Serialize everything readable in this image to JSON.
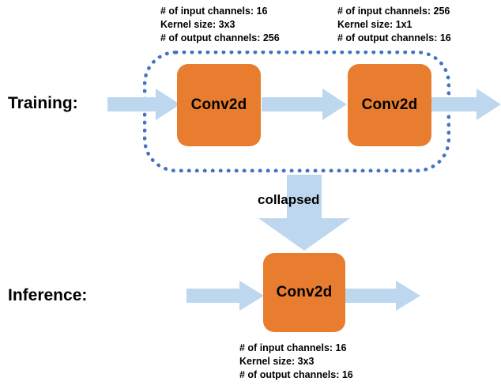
{
  "diagram": {
    "title_rows": {
      "training_label": "Training:",
      "inference_label": "Inference:"
    },
    "transition_label": "collapsed",
    "block_label": "Conv2d",
    "colors": {
      "block_fill": "#E87D2F",
      "arrow_fill": "#BDD7EE",
      "group_border": "#4472C4",
      "text": "#000000",
      "background": "#FFFFFF"
    },
    "annotations": {
      "training_first_conv": {
        "input_channels": "# of input channels: 16",
        "kernel_size": "Kernel size: 3x3",
        "output_channels": "# of output channels: 256"
      },
      "training_second_conv": {
        "input_channels": "# of input channels: 256",
        "kernel_size": "Kernel size: 1x1",
        "output_channels": "# of output channels: 16"
      },
      "inference_conv": {
        "input_channels": "# of input channels: 16",
        "kernel_size": "Kernel size: 3x3",
        "output_channels": "# of output channels: 16"
      }
    },
    "blocks": {
      "training_conv_1": "Conv2d",
      "training_conv_2": "Conv2d",
      "inference_conv": "Conv2d"
    }
  }
}
